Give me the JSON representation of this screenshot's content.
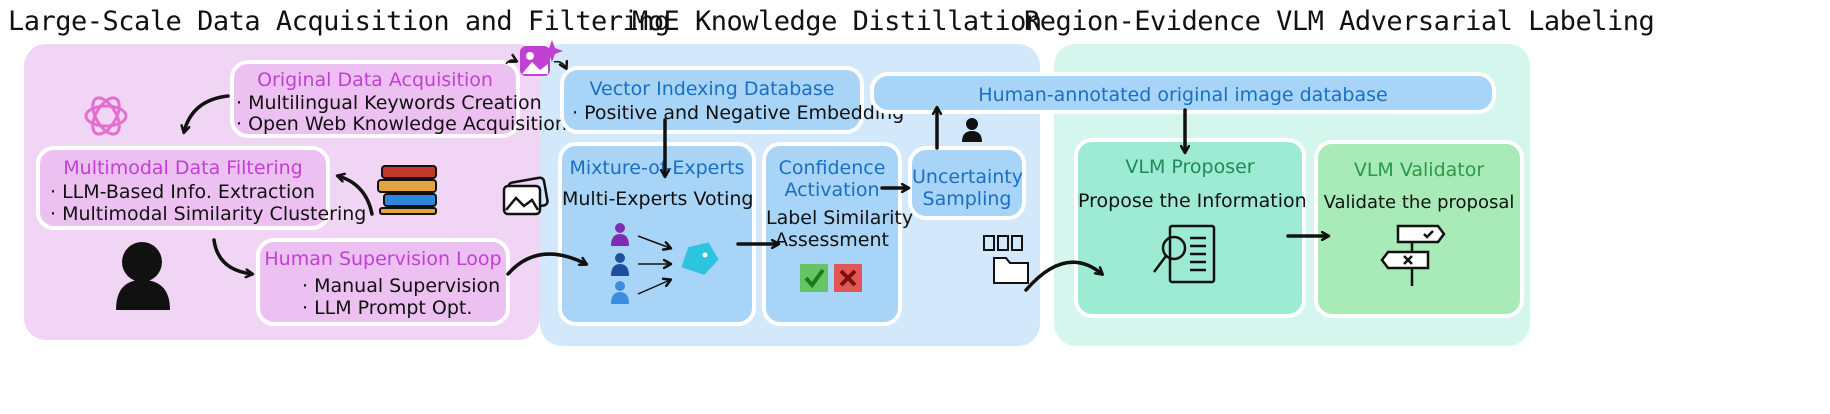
{
  "sections": {
    "acquisition": "Large-Scale Data Acquisition and Filtering",
    "distillation": "MoE Knowledge Distillation",
    "labeling": "Region-Evidence VLM Adversarial Labeling"
  },
  "original_data": {
    "title": "Original Data Acquisition",
    "items": [
      "· Multilingual Keywords Creation",
      "· Open Web Knowledge Acquisition"
    ]
  },
  "filtering": {
    "title": "Multimodal Data Filtering",
    "items": [
      "· LLM-Based Info. Extraction",
      "· Multimodal Similarity Clustering"
    ]
  },
  "supervision": {
    "title": "Human Supervision Loop",
    "items": [
      "· Manual Supervision",
      "· LLM Prompt Opt."
    ]
  },
  "vector_db": {
    "title": "Vector Indexing Database",
    "items": [
      "· Positive and Negative Embedding"
    ]
  },
  "moe": {
    "title": "Mixture-of-Experts",
    "subtitle": "Multi-Experts Voting"
  },
  "confidence": {
    "title_line1": "Confidence",
    "title_line2": "Activation",
    "text_line1": "Label Similarity",
    "text_line2": "Assessment"
  },
  "uncertainty": {
    "title_line1": "Uncertainty",
    "title_line2": "Sampling"
  },
  "human_db": {
    "title": "Human-annotated original image database"
  },
  "proposer": {
    "title": "VLM Proposer",
    "text": "Propose the Information"
  },
  "validator": {
    "title": "VLM Validator",
    "text": "Validate the proposal"
  },
  "colors": {
    "pink_panel": "#f1d5f4",
    "pink_box": "#ecc1f1",
    "purple_text": "#c23fd4",
    "blue_panel": "#d3e8fa",
    "blue_box": "#a8d4f8",
    "blue_text": "#1a6fc2",
    "teal_panel": "#d5f6ec",
    "teal_box": "#9debd3",
    "green_box": "#a8eab8",
    "teal_text": "#1f8a58",
    "green_text": "#2a9a48"
  },
  "icons": [
    "openai-logo-icon",
    "person-icon",
    "books-icon",
    "image-gallery-icon",
    "ai-image-icon",
    "experts-icon",
    "tag-icon",
    "check-icon",
    "cross-icon",
    "small-person-icon",
    "documents-folder-icon",
    "document-search-icon",
    "signpost-icon"
  ]
}
